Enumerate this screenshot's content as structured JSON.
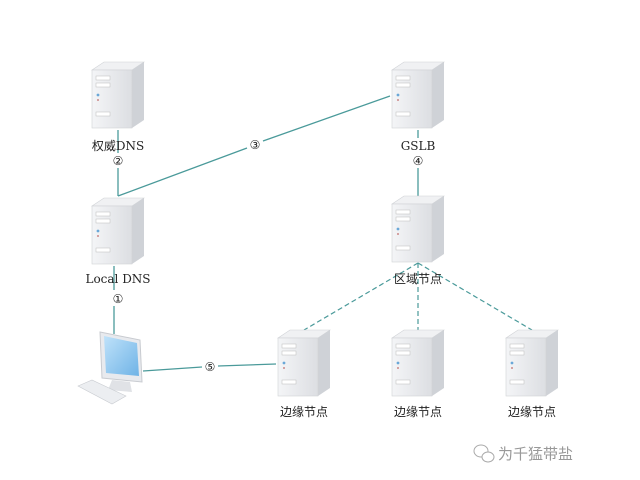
{
  "nodes": {
    "authoritative_dns": "权威DNS",
    "gslb": "GSLB",
    "local_dns": "Local DNS",
    "regional_node": "区域节点",
    "edge_nodes": [
      "边缘节点",
      "边缘节点",
      "边缘节点"
    ]
  },
  "steps": [
    "①",
    "②",
    "③",
    "④",
    "⑤"
  ],
  "watermark": "为千猛带盐",
  "colors": {
    "line": "#4a9a9a",
    "server": "#e4e6ea",
    "screen": "#8ec8f0"
  }
}
